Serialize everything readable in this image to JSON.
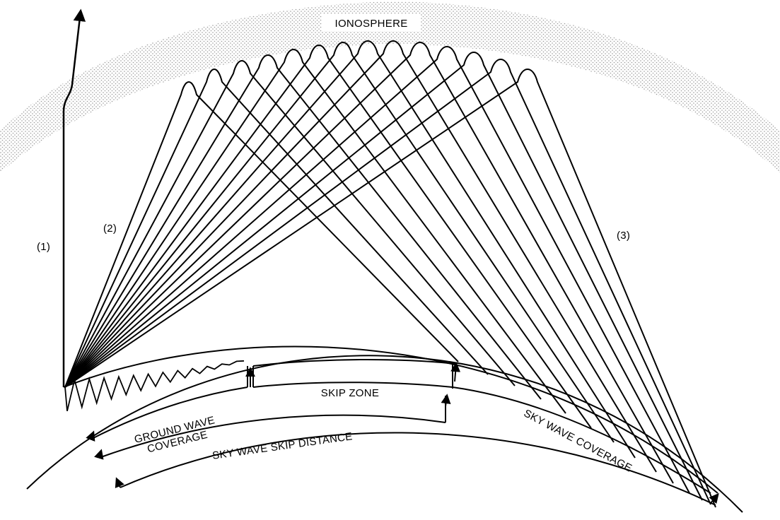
{
  "labels": {
    "ionosphere": "IONOSPHERE",
    "ray1": "(1)",
    "ray2": "(2)",
    "ray3": "(3)",
    "skip_zone": "SKIP ZONE",
    "ground_wave_1": "GROUND WAVE",
    "ground_wave_2": "COVERAGE",
    "sky_wave_skip_distance": "SKY WAVE SKIP DISTANCE",
    "sky_wave_coverage": "SKY WAVE COVERAGE"
  },
  "colors": {
    "ink": "#000000",
    "ionosphere_stipple": "#9a9a9a",
    "background": "#ffffff"
  }
}
